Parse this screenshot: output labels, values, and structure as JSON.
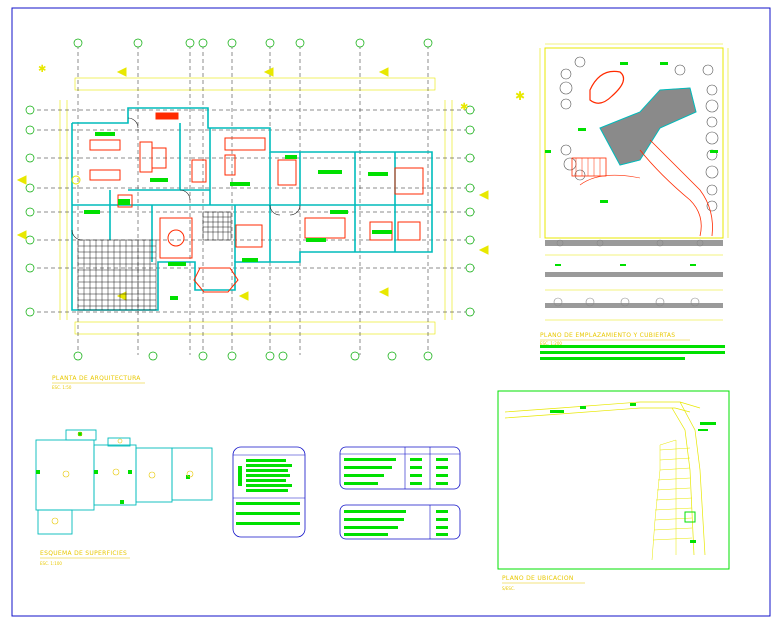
{
  "titles": {
    "architecture": "PLANTA DE ARQUITECTURA",
    "site_plan": "PLANO DE EMPLAZAMIENTO Y CUBIERTAS",
    "surfaces": "ESQUEMA DE SUPERFICIES",
    "location": "PLANO DE UBICACION"
  },
  "scales": {
    "architecture": "ESC. 1:50",
    "site_plan": "ESC. 1:200",
    "surfaces": "ESC. 1:100",
    "location": "S/ESC."
  },
  "colors": {
    "background": "#ffffff",
    "sheet_border": "#0000cc",
    "walls": "#00bcbc",
    "furniture": "#ff2a00",
    "labels": "#00e000",
    "grid_axes": "#0000cc",
    "dimensions": "#e8e800",
    "titles": "#e8c800",
    "landscape": "#4a4a4a"
  }
}
